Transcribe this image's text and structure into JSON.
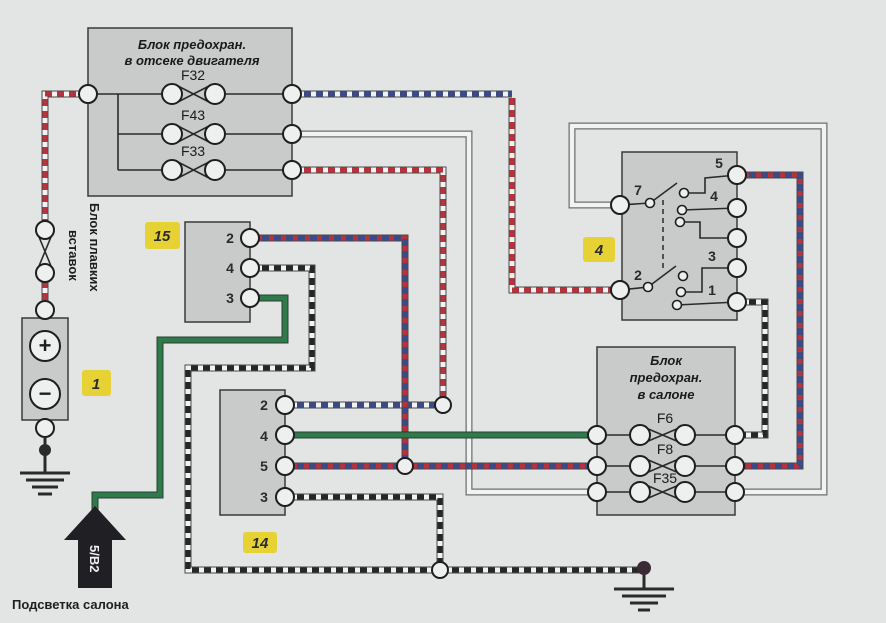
{
  "engine_fuse_block": {
    "title_line1": "Блок предохран.",
    "title_line2": "в отсеке двигателя",
    "fuses": [
      "F32",
      "F43",
      "F33"
    ]
  },
  "fusible_links": {
    "label_line1": "Блок плавких",
    "label_line2": "вставок"
  },
  "battery": {
    "badge": "1",
    "plus": "+",
    "minus": "−"
  },
  "connector_15": {
    "badge": "15",
    "pins": [
      "2",
      "4",
      "3"
    ]
  },
  "connector_14": {
    "badge": "14",
    "pins": [
      "2",
      "4",
      "5",
      "3"
    ]
  },
  "relay_4": {
    "badge": "4",
    "pins": {
      "p5": "5",
      "p7": "7",
      "p4": "4",
      "p3": "3",
      "p2": "2",
      "p1": "1"
    }
  },
  "cabin_fuse_block": {
    "title_line1": "Блок",
    "title_line2": "предохран.",
    "title_line3": "в салоне",
    "fuses": [
      "F6",
      "F8",
      "F35"
    ]
  },
  "input_arrow": {
    "label": "5/В2"
  },
  "caption": "Подсветка салона",
  "wire_colors": {
    "red": "#b8323e",
    "blue": "#3a4a8a",
    "green": "#2e7a4a",
    "black": "#262626",
    "white": "#f1f2f1"
  },
  "wires": [
    {
      "id": "battery-to-engine-block",
      "from": "battery+",
      "to": "engine-block-input",
      "color": "red-white"
    },
    {
      "id": "f32-out-top",
      "from": "F32",
      "to": "splice",
      "color": "blue-white"
    },
    {
      "id": "to-relay-pin2",
      "from": "splice",
      "to": "relay-4-pin-2",
      "color": "red-white"
    },
    {
      "id": "f43-to-f35",
      "from": "F43",
      "to": "F35-in",
      "color": "white"
    },
    {
      "id": "f33-to-junction",
      "from": "F33",
      "to": "junction-14-2",
      "color": "red-white"
    },
    {
      "id": "c14-pin2",
      "from": "connector-14-pin-2",
      "to": "junction-14-2",
      "color": "blue-white"
    },
    {
      "id": "c15-pin2",
      "from": "connector-15-pin-2",
      "to": "junction-14-5",
      "color": "blue-red"
    },
    {
      "id": "c14-pin5-to-f8",
      "from": "connector-14-pin-5",
      "to": "F8-in",
      "color": "blue-red"
    },
    {
      "id": "c14-pin4-to-f6",
      "from": "connector-14-pin-4",
      "to": "F6-in",
      "color": "green"
    },
    {
      "id": "c14-pin3-to-ground",
      "from": "connector-14-pin-3",
      "to": "ground-junction",
      "color": "black-white"
    },
    {
      "id": "c15-pin4-to-ground",
      "from": "connector-15-pin-4",
      "to": "ground-junction",
      "color": "black-white"
    },
    {
      "id": "ground-line",
      "from": "ground-junction",
      "to": "ground",
      "color": "black-white"
    },
    {
      "id": "c15-pin3-to-input",
      "from": "connector-15-pin-3",
      "to": "5/В2",
      "color": "green"
    },
    {
      "id": "relay7-to-f35",
      "from": "relay-4-pin-7",
      "to": "F35-out",
      "color": "white"
    },
    {
      "id": "relay5-to-f8",
      "from": "relay-4-pin-5",
      "to": "F8-out",
      "color": "blue-red"
    },
    {
      "id": "relay1-to-f6",
      "from": "relay-4-pin-1",
      "to": "F6-out",
      "color": "black-white"
    }
  ]
}
